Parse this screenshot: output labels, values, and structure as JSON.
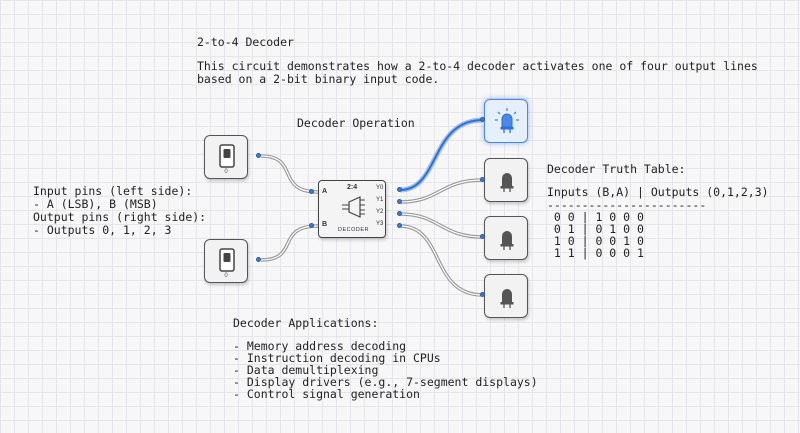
{
  "title": "2-to-4 Decoder",
  "description": [
    "This circuit demonstrates how a 2-to-4 decoder activates one of four output lines",
    "based on a 2-bit binary input code."
  ],
  "operation_label": "Decoder Operation",
  "pins_note": [
    "Input pins (left side):",
    "- A (LSB), B (MSB)",
    "Output pins (right side):",
    "- Outputs 0, 1, 2, 3"
  ],
  "truth_table": {
    "title": "Decoder Truth Table:",
    "header": "Inputs (B,A) | Outputs (0,1,2,3)",
    "separator": "-----------------------",
    "rows": [
      " 0 0 | 1 0 0 0",
      " 0 1 | 0 1 0 0",
      " 1 0 | 0 0 1 0",
      " 1 1 | 0 0 0 1"
    ]
  },
  "applications": {
    "title": "Decoder Applications:",
    "items": [
      "- Memory address decoding",
      "- Instruction decoding in CPUs",
      "- Data demultiplexing",
      "- Display drivers (e.g., 7-segment displays)",
      "- Control signal generation"
    ]
  },
  "decoder": {
    "type_label": "2:4",
    "name_label": "DECODER",
    "input_a": "A",
    "input_b": "B",
    "outputs": [
      "Y0",
      "Y1",
      "Y2",
      "Y3"
    ]
  },
  "switches": [
    {
      "value": "0"
    },
    {
      "value": "0"
    }
  ],
  "leds": [
    {
      "active": true
    },
    {
      "active": false
    },
    {
      "active": false
    },
    {
      "active": false
    }
  ],
  "colors": {
    "active_wire": "#4a87e6",
    "inactive_wire": "#8a8a8a",
    "pin": "#3a7bd5"
  },
  "icons": {
    "switch": "toggle-switch-icon",
    "led": "led-bulb-icon",
    "decoder": "decoder-symbol-icon"
  }
}
